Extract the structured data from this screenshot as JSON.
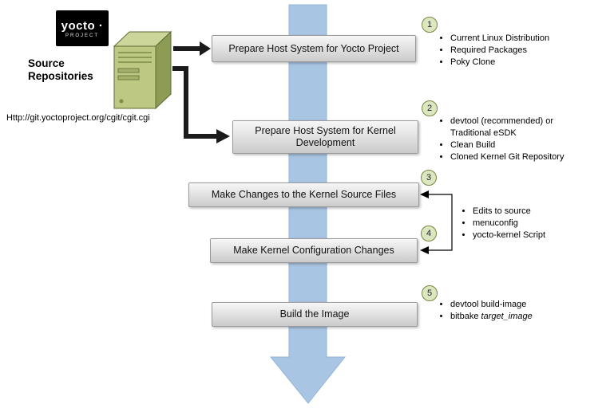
{
  "logo": {
    "wordmark": "yocto ·",
    "subtitle": "PROJECT"
  },
  "source": {
    "title_line1": "Source",
    "title_line2": "Repositories",
    "url": "Http://git.yoctoproject.org/cgit/cgit.cgi"
  },
  "steps": [
    {
      "number": "1",
      "label": "Prepare Host System for Yocto Project",
      "bullets": [
        "Current Linux Distribution",
        "Required Packages",
        "Poky Clone"
      ]
    },
    {
      "number": "2",
      "label": "Prepare Host System for Kernel Development",
      "bullets": [
        "devtool (recommended) or Traditional eSDK",
        "Clean Build",
        "Cloned Kernel Git Repository"
      ]
    },
    {
      "number": "3",
      "label": "Make Changes to the Kernel Source Files"
    },
    {
      "number": "4",
      "label": "Make Kernel Configuration Changes"
    },
    {
      "number": "5",
      "label": "Build the Image",
      "bullets": [
        {
          "text": "devtool build-image"
        },
        {
          "text": "bitbake ",
          "italic": "target_image"
        }
      ]
    }
  ],
  "shared_bullets_steps_3_4": [
    "Edits to source",
    "menuconfig",
    "yocto-kernel Script"
  ],
  "colors": {
    "flow_arrow_blue": "#a9c5e4",
    "step_box_top": "#f7f7f7",
    "step_box_bottom": "#cbcbcb",
    "step_circle_fill": "#dce7c2",
    "step_circle_border": "#77883e",
    "server_green": "#bdc982"
  }
}
